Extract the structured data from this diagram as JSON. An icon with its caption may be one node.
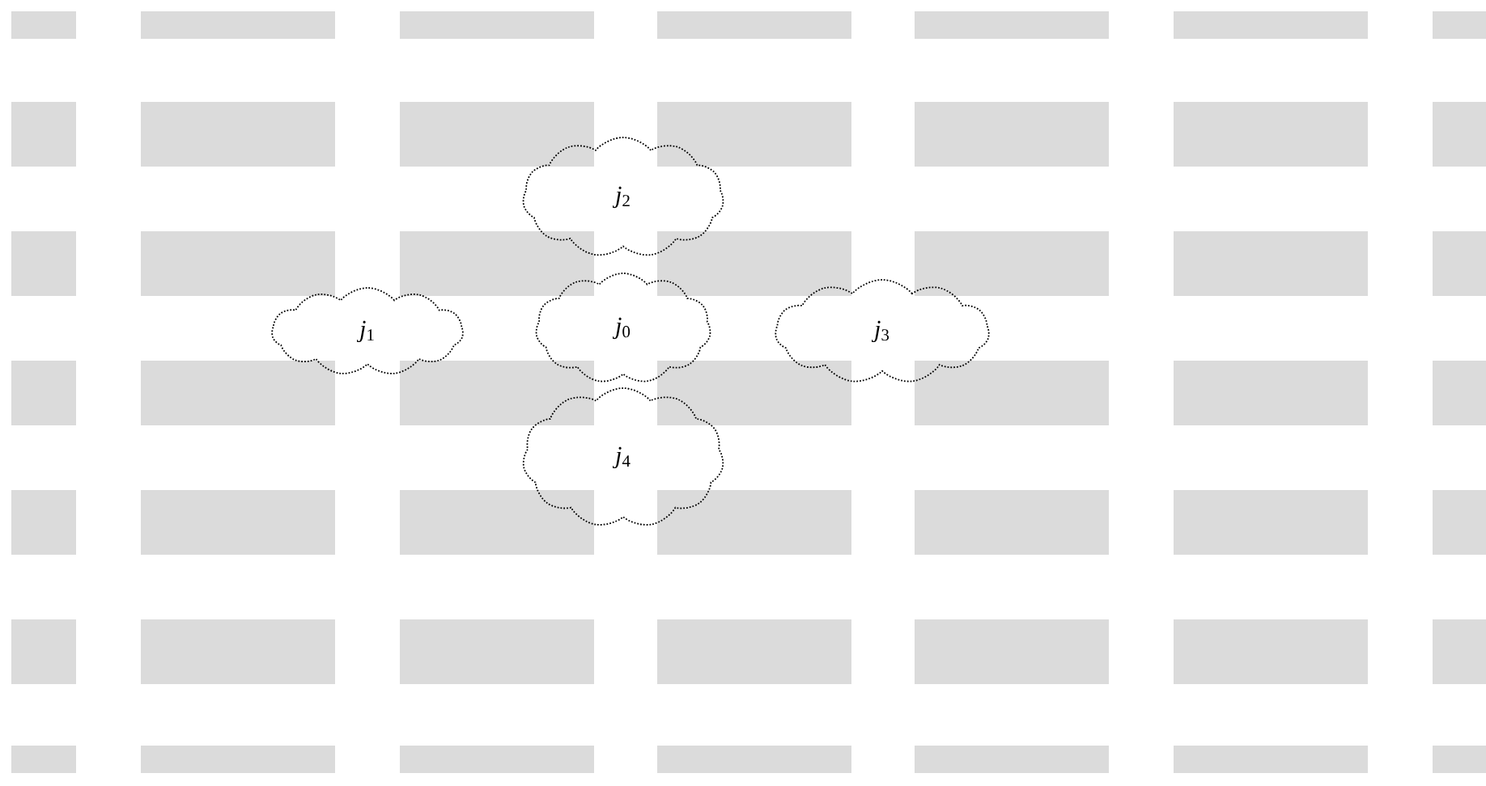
{
  "diagram": {
    "nodes": [
      {
        "text": [
          "*j*$_{2}$"
        ]
      },
      {
        "text": [
          "*j*$_{1}$"
        ]
      },
      {
        "text": [
          "*j*$_{0}$"
        ]
      },
      {
        "text": [
          "*j*$_{3}$"
        ]
      },
      {
        "text": [
          "*j*$_{4}$"
        ]
      }
    ]
  }
}
